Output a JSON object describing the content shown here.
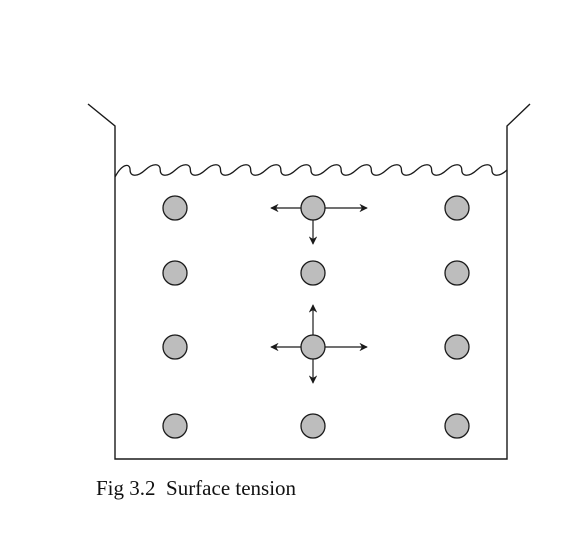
{
  "caption": "Fig 3.2  Surface tension",
  "colors": {
    "molecule_fill": "#bdbdbd",
    "molecule_stroke": "#1a1a1a",
    "line": "#1a1a1a",
    "background": "#ffffff"
  },
  "molecules": {
    "rows": 4,
    "columns": 3,
    "count": 12
  },
  "force_arrows": {
    "surface_molecule": [
      "left",
      "right",
      "down"
    ],
    "interior_molecule": [
      "left",
      "right",
      "up",
      "down"
    ]
  }
}
